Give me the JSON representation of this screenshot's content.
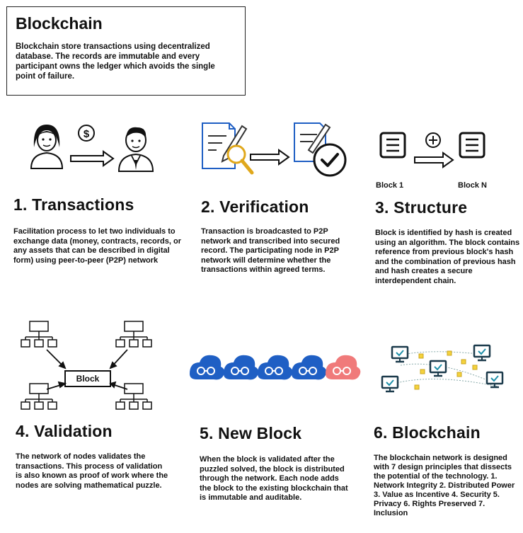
{
  "header": {
    "title": "Blockchain",
    "description": "Blockchain store transactions using decentralized database. The records are  immutable and every participant owns the ledger which avoids the single point of failure."
  },
  "steps": [
    {
      "title": "1. Transactions",
      "description": "Facilitation process to let two individuals to exchange data (money, contracts, records, or any assets that can be described in digital form) using peer-to-peer (P2P) network"
    },
    {
      "title": "2. Verification",
      "description": "Transaction is broadcasted to P2P network and transcribed into secured record. The participating node in P2P network will determine whether the transactions within agreed terms."
    },
    {
      "title": "3. Structure",
      "description": "Block is identified by hash is created using an algorithm. The block contains reference from previous block's hash and the combination of previous hash and hash creates a secure interdependent chain."
    },
    {
      "title": "4. Validation",
      "description": "The network of nodes validates the transactions. This process of validation is also known as proof of work where the nodes are solving mathematical puzzle."
    },
    {
      "title": "5. New Block",
      "description": "When the block is validated after the puzzled solved, the block is distributed through the network. Each node adds the block to the existing blockchain that is immutable and auditable."
    },
    {
      "title": "6. Blockchain",
      "description": "The blockchain network is designed with 7 design principles that dissects the potential of the technology. 1. Network Integrity 2. Distributed Power 3. Value as Incentive 4. Security 5. Privacy 6. Rights Preserved 7. Inclusion"
    }
  ],
  "illustrations": {
    "structure_block1_label": "Block 1",
    "structure_blockn_label": "Block N",
    "validation_block_label": "Block",
    "colors": {
      "chain_blue": "#1f5fc4",
      "chain_red": "#f07a7a",
      "network_node": "#f5d23c",
      "screen_accent": "#1e8fa8"
    }
  }
}
